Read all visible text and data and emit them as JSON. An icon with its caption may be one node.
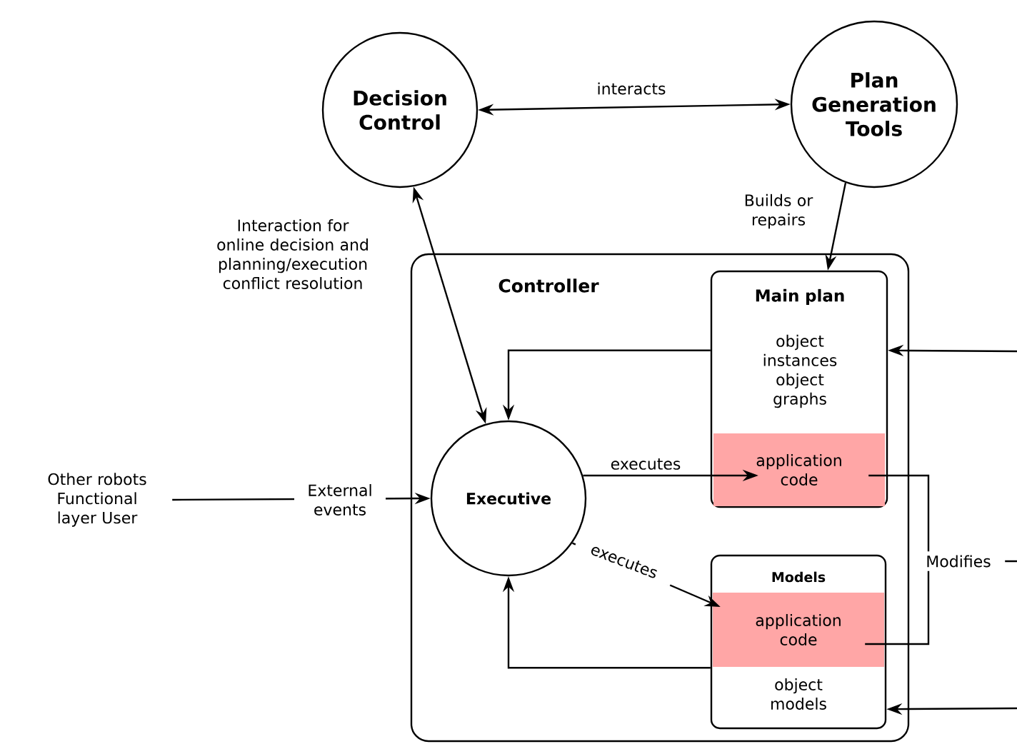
{
  "diagram": {
    "nodes": [
      {
        "text": [
          "Decision Control"
        ]
      },
      {
        "text": [
          "Plan Generation Tools"
        ]
      },
      {
        "text": [
          "Controller"
        ]
      },
      {
        "text": [
          "Main plan",
          "object instances object graphs"
        ],
        "in": 2
      },
      {
        "text": [
          "application code"
        ],
        "in": 3
      },
      {
        "text": [
          "Models",
          "object models"
        ],
        "in": 2
      },
      {
        "text": [
          "application code"
        ],
        "in": 5
      },
      {
        "text": [
          "Executive"
        ],
        "in": 2
      },
      {
        "text": [
          "Other robots Functional layer User"
        ]
      },
      {
        "text": [
          "Modifies"
        ]
      }
    ],
    "edges": [
      {
        "from": 0,
        "to": 1,
        "arrow": "both",
        "label": "interacts"
      },
      {
        "from": 1,
        "to": 3,
        "arrow": "to",
        "label": "Builds or repairs"
      },
      {
        "from": 0,
        "to": 7,
        "arrow": "both",
        "label": "Interaction for online decision and planning/execution conflict resolution"
      },
      {
        "from": 3,
        "to": 7,
        "arrow": "to"
      },
      {
        "from": 5,
        "to": 7,
        "arrow": "to"
      },
      {
        "from": 7,
        "to": 4,
        "arrow": "to",
        "label": "executes"
      },
      {
        "from": 7,
        "to": 6,
        "arrow": "to",
        "label": "executes"
      },
      {
        "from": 8,
        "to": 7,
        "arrow": "to",
        "label": "External events"
      },
      {
        "from": 4,
        "to": 9,
        "arrow": "none"
      },
      {
        "from": 6,
        "to": 9,
        "arrow": "none"
      },
      {
        "from": 9,
        "to": null,
        "arrow": "none"
      },
      {
        "from": null,
        "to": 3,
        "arrow": "to"
      },
      {
        "from": null,
        "to": 5,
        "arrow": "to"
      }
    ]
  }
}
